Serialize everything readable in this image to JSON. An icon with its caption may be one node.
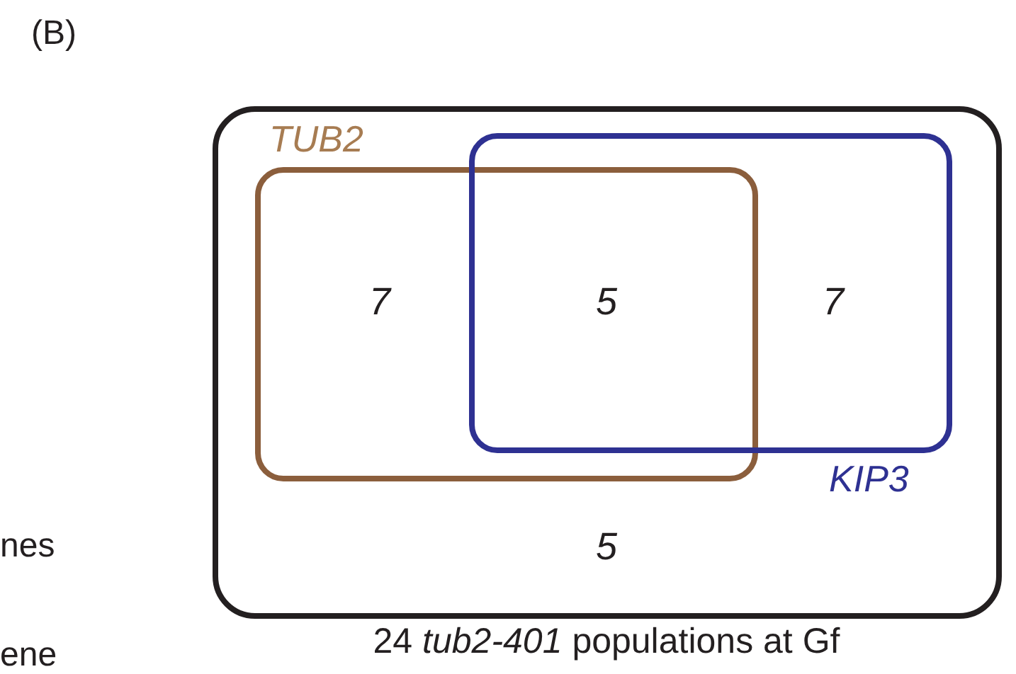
{
  "diagram": {
    "nodes": [
      {
        "text": [
          "5"
        ],
        "beside": [
          "24 *tub2-401* populations at Gf"
        ]
      },
      {
        "text": [
          "TUB2",
          "7"
        ],
        "in": 0
      },
      {
        "text": [
          "7",
          "KIP3"
        ],
        "in": 0
      }
    ],
    "labels": [
      "(B)",
      "5",
      "nes",
      "ene"
    ]
  }
}
